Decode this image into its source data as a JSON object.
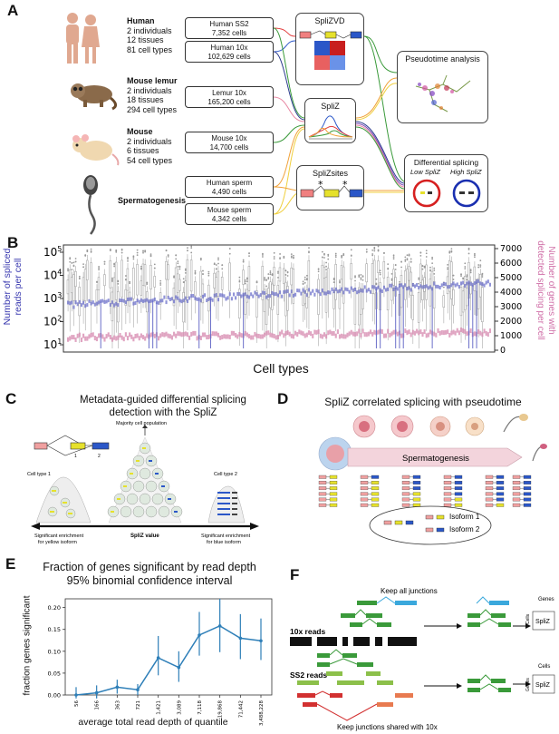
{
  "panelA": {
    "letter": "A",
    "species": [
      {
        "name": "Human",
        "lines": [
          "2 individuals",
          "12 tissues",
          "81 cell types"
        ]
      },
      {
        "name": "Mouse lemur",
        "lines": [
          "2 individuals",
          "18 tissues",
          "294 cell types"
        ]
      },
      {
        "name": "Mouse",
        "lines": [
          "2 individuals",
          "6 tissues",
          "54 cell types"
        ]
      },
      {
        "name": "Spermatogenesis",
        "lines": []
      }
    ],
    "datasets": [
      {
        "name": "Human SS2",
        "cells": "7,352 cells"
      },
      {
        "name": "Human 10x",
        "cells": "102,629 cells"
      },
      {
        "name": "Lemur 10x",
        "cells": "165,200 cells"
      },
      {
        "name": "Mouse 10x",
        "cells": "14,700 cells"
      },
      {
        "name": "Human sperm",
        "cells": "4,490 cells"
      },
      {
        "name": "Mouse sperm",
        "cells": "4,342 cells"
      }
    ],
    "methods": [
      "SpliZVD",
      "SpliZ",
      "SpliZsites"
    ],
    "outputs": {
      "pseudotime": "Pseudotime analysis",
      "differential": "Differential splicing",
      "low": "Low SpliZ",
      "high": "High SpliZ"
    },
    "colors": {
      "red": "#e23b3b",
      "blue": "#2b57c8",
      "yellow": "#e6e12c",
      "green": "#3a9a3a",
      "pink": "#e889a4",
      "orange": "#f0a23a",
      "navy": "#2c3c8f",
      "purple": "#7a4ab8"
    }
  },
  "panelB": {
    "letter": "B",
    "xlabel": "Cell types",
    "ylabel_left": "Number of spliced reads per cell",
    "ylabel_right": "Number of genes with detected splicing per cell",
    "left_ticks": [
      "10^1",
      "10^2",
      "10^3",
      "10^4",
      "10^5"
    ],
    "right_ticks": [
      "0",
      "1000",
      "2000",
      "3000",
      "4000",
      "5000",
      "6000",
      "7000"
    ],
    "colors": {
      "reads": "#6b6fc9",
      "genes": "#d88fb3",
      "box": "#888888"
    }
  },
  "panelC": {
    "letter": "C",
    "title_line1": "Metadata-guided differential splicing",
    "title_line2": "detection with the SpliZ",
    "majority": "Majority cell population",
    "cell_type_1": "Cell type 1",
    "cell_type_2": "Cell type 2",
    "axis_label": "SpliZ value",
    "left_note_1": "Significant enrichment",
    "left_note_2": "for yellow isoform",
    "right_note_1": "Significant enrichment",
    "right_note_2": "for blue isoform",
    "exon_1": "1",
    "exon_2": "2"
  },
  "panelD": {
    "letter": "D",
    "title": "SpliZ correlated splicing with pseudotime",
    "arrow_label": "Spermatogenesis",
    "isoform1": "Isoform 1",
    "isoform2": "Isoform 2"
  },
  "panelE": {
    "letter": "E",
    "title_line1": "Fraction of genes significant by read depth",
    "title_line2": "95% binomial confidence interval",
    "chart_data": {
      "type": "line",
      "title": "Fraction of genes significant by read depth 95% binomial confidence interval",
      "xlabel": "average total read depth of quantile",
      "ylabel": "fraction genes significant",
      "ylim": [
        0,
        0.22
      ],
      "yticks": [
        "0.00",
        "0.05",
        "0.10",
        "0.15",
        "0.20"
      ],
      "categories": [
        "56",
        "166",
        "363",
        "721",
        "1,421",
        "3,089",
        "7,118",
        "19,868",
        "71,442",
        "3,488,228"
      ],
      "series": [
        {
          "values": [
            0.0,
            0.005,
            0.018,
            0.012,
            0.085,
            0.063,
            0.137,
            0.158,
            0.13,
            0.124
          ],
          "lower": [
            -0.008,
            -0.008,
            0.003,
            0.0,
            0.045,
            0.03,
            0.09,
            0.098,
            0.082,
            0.08
          ],
          "upper": [
            0.018,
            0.022,
            0.035,
            0.025,
            0.135,
            0.1,
            0.19,
            0.22,
            0.185,
            0.175
          ]
        }
      ],
      "grid": false,
      "color": "#2e7fb8"
    }
  },
  "panelF": {
    "letter": "F",
    "keep_all": "Keep all junctions",
    "reads10x": "10x reads",
    "readsSS2": "SS2 reads",
    "keep_shared": "Keep junctions shared with 10x",
    "genes": "Genes",
    "cells": "Cells",
    "spliz": "SpliZ"
  }
}
